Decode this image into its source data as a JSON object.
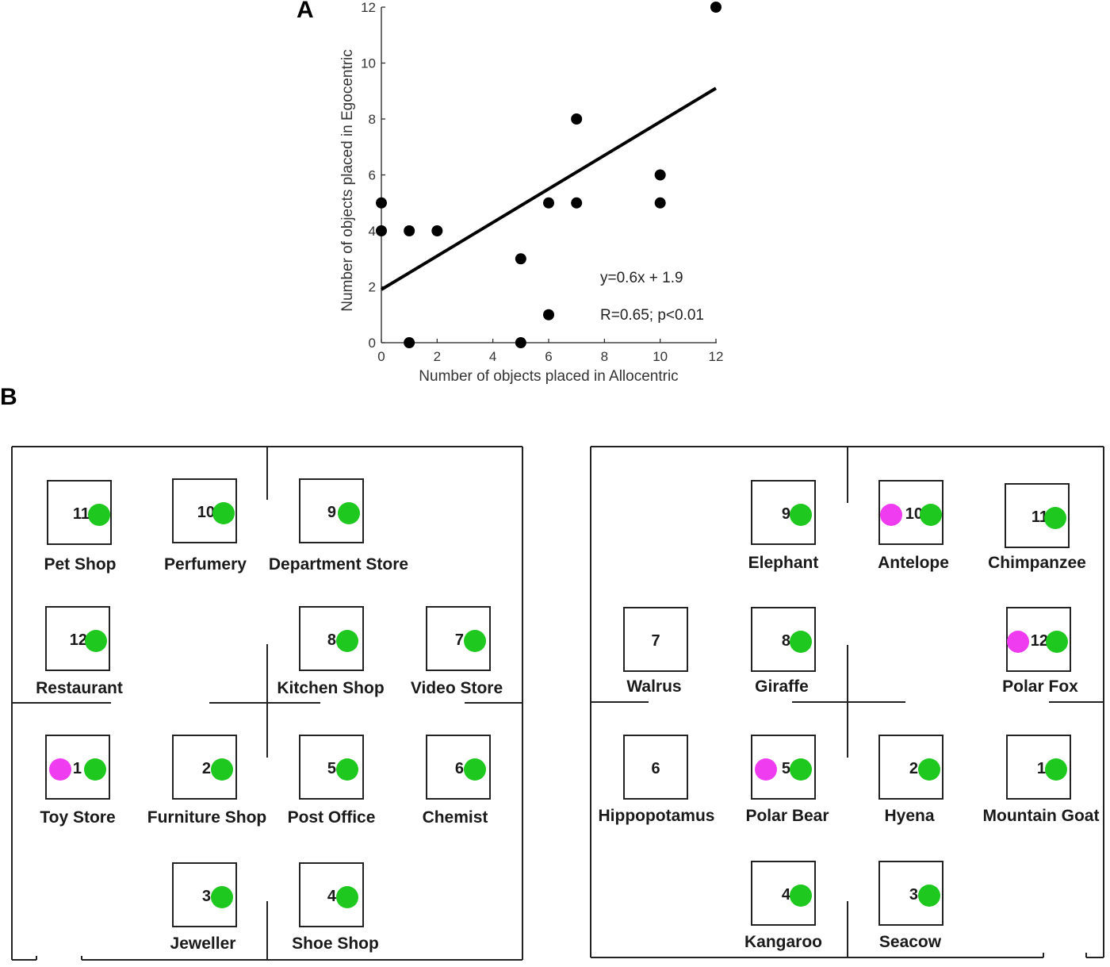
{
  "panel_a": {
    "letter": "A",
    "chart_data": {
      "type": "scatter",
      "title": "",
      "xlabel": "Number of objects placed in Allocentric",
      "ylabel": "Number of objects placed in Egocentric",
      "xlim": [
        0,
        12
      ],
      "ylim": [
        0,
        12
      ],
      "x_ticks": [
        "0",
        "2",
        "4",
        "6",
        "8",
        "10",
        "12"
      ],
      "y_ticks": [
        "0",
        "2",
        "4",
        "6",
        "8",
        "10",
        "12"
      ],
      "grid": false,
      "series": [
        {
          "points": [
            [
              0,
              5
            ],
            [
              0,
              4
            ],
            [
              1,
              4
            ],
            [
              2,
              4
            ],
            [
              1,
              0
            ],
            [
              5,
              3
            ],
            [
              5,
              0
            ],
            [
              6,
              5
            ],
            [
              6,
              1
            ],
            [
              7,
              8
            ],
            [
              7,
              5
            ],
            [
              10,
              6
            ],
            [
              10,
              5
            ],
            [
              12,
              12
            ]
          ]
        }
      ],
      "fit_line": {
        "slope": 0.6,
        "intercept": 1.9,
        "x_range": [
          0,
          12
        ]
      },
      "annotations": [
        "y=0.6x + 1.9",
        "R=0.65; p<0.01"
      ]
    }
  },
  "panel_b": {
    "letter": "B",
    "left_map": [
      {
        "label": "Pet Shop",
        "number": "11",
        "magenta": false
      },
      {
        "label": "Perfumery",
        "number": "10",
        "magenta": false
      },
      {
        "label": "Department Store",
        "number": "9",
        "magenta": false
      },
      {
        "label": "Restaurant",
        "number": "12",
        "magenta": false
      },
      {
        "label": "Kitchen Shop",
        "number": "8",
        "magenta": false
      },
      {
        "label": "Video Store",
        "number": "7",
        "magenta": false
      },
      {
        "label": "Toy Store",
        "number": "1",
        "magenta": true
      },
      {
        "label": "Furniture Shop",
        "number": "2",
        "magenta": false
      },
      {
        "label": "Post Office",
        "number": "5",
        "magenta": false
      },
      {
        "label": "Chemist",
        "number": "6",
        "magenta": false
      },
      {
        "label": "Jeweller",
        "number": "3",
        "magenta": false
      },
      {
        "label": "Shoe Shop",
        "number": "4",
        "magenta": false
      }
    ],
    "right_map": [
      {
        "label": "Elephant",
        "number": "9",
        "green": true,
        "magenta": false
      },
      {
        "label": "Antelope",
        "number": "10",
        "green": true,
        "magenta": true
      },
      {
        "label": "Chimpanzee",
        "number": "11",
        "green": true,
        "magenta": false
      },
      {
        "label": "Walrus",
        "number": "7",
        "green": false,
        "magenta": false
      },
      {
        "label": "Giraffe",
        "number": "8",
        "green": true,
        "magenta": false
      },
      {
        "label": "Polar Fox",
        "number": "12",
        "green": true,
        "magenta": true
      },
      {
        "label": "Hippopotamus",
        "number": "6",
        "green": false,
        "magenta": false
      },
      {
        "label": "Polar Bear",
        "number": "5",
        "green": true,
        "magenta": true
      },
      {
        "label": "Hyena",
        "number": "2",
        "green": true,
        "magenta": false
      },
      {
        "label": "Mountain Goat",
        "number": "1",
        "green": true,
        "magenta": false
      },
      {
        "label": "Kangaroo",
        "number": "4",
        "green": true,
        "magenta": false
      },
      {
        "label": "Seacow",
        "number": "3",
        "green": true,
        "magenta": false
      }
    ],
    "colors": {
      "green": "#1ec81e",
      "magenta": "#f03cf0"
    }
  }
}
